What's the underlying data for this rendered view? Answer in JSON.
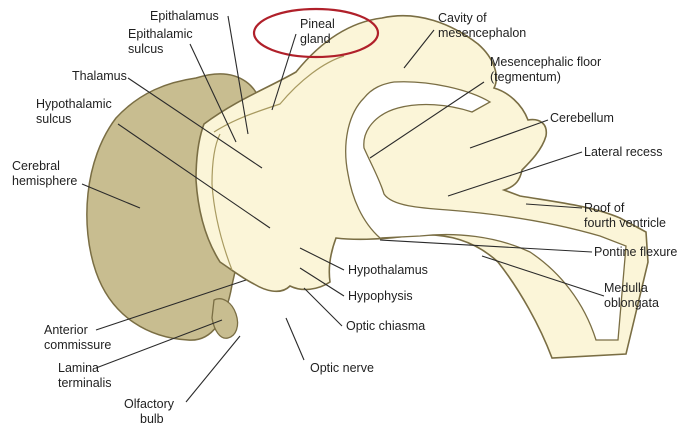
{
  "labels": {
    "epithalamus": "Epithalamus",
    "epithalamic_sulcus": [
      "Epithalamic",
      "sulcus"
    ],
    "thalamus": "Thalamus",
    "hypothalamic_sulcus": [
      "Hypothalamic",
      "sulcus"
    ],
    "cerebral_hemisphere": [
      "Cerebral",
      "hemisphere"
    ],
    "pineal_gland": [
      "Pineal",
      "gland"
    ],
    "cavity_of_mesencephalon": [
      "Cavity of",
      "mesencephalon"
    ],
    "mesencephalic_floor": [
      "Mesencephalic floor",
      "(tegmentum)"
    ],
    "cerebellum": "Cerebellum",
    "lateral_recess": "Lateral recess",
    "roof_of_fourth_ventricle": [
      "Roof of",
      "fourth ventricle"
    ],
    "pontine_flexure": "Pontine flexure",
    "hypothalamus": "Hypothalamus",
    "hypophysis": "Hypophysis",
    "optic_chiasma": "Optic chiasma",
    "optic_nerve": "Optic nerve",
    "medulla_oblongata": [
      "Medulla",
      "oblongata"
    ],
    "anterior_commissure": [
      "Anterior",
      "commissure"
    ],
    "lamina_terminalis": [
      "Lamina",
      "terminalis"
    ],
    "olfactory_bulb": [
      "Olfactory",
      "bulb"
    ]
  },
  "highlight": {
    "target": "pineal_gland",
    "shape": "ellipse",
    "color": "#b0202a"
  },
  "colors": {
    "hemisphere_fill": "#c8bd90",
    "brainstem_fill": "#fbf5d8",
    "cavity_fill": "#ffffff",
    "outline": "#7a6e44"
  }
}
